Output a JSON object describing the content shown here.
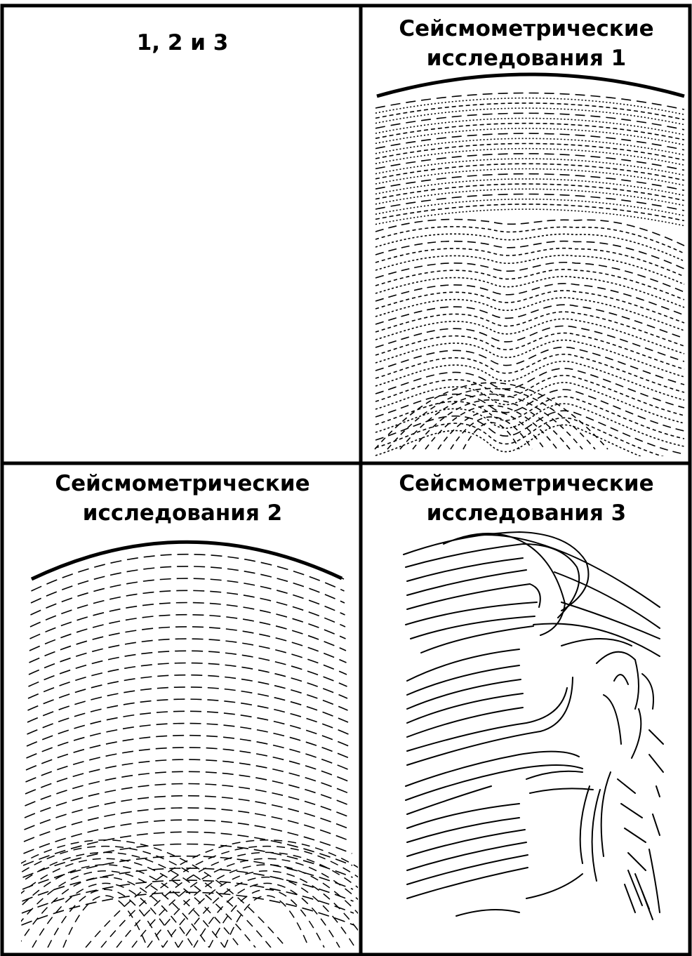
{
  "panels": {
    "top_left": {
      "title": "1, 2 и 3"
    },
    "top_right": {
      "title_line1": "Сейсмометрические",
      "title_line2": "исследования 1"
    },
    "bottom_left": {
      "title_line1": "Сейсмометрические",
      "title_line2": "исследования 2"
    },
    "bottom_right": {
      "title_line1": "Сейсмометрические",
      "title_line2": "исследования 3"
    }
  },
  "colors": {
    "line": "#000000",
    "background": "#ffffff"
  }
}
